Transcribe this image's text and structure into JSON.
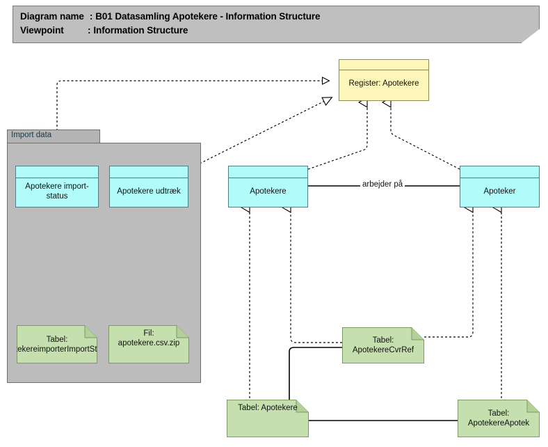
{
  "header": {
    "line1_key": "Diagram name",
    "line1_sep": ":",
    "line1_value": "B01 Datasamling Apotekere - Information Structure",
    "line2_key": "Viewpoint",
    "line2_sep": ":",
    "line2_value": "Information Structure"
  },
  "group": {
    "label": "Import data"
  },
  "nodes": {
    "register_apotekere": "Register: Apotekere",
    "apotekere_importstatus": "Apotekere import-status",
    "apotekere_udtraek": "Apotekere udtræk",
    "apotekere": "Apotekere",
    "apoteker": "Apoteker",
    "tabel_importstatus": "Tabel: apotekereimporterImportStatus",
    "fil_csv_zip": "Fil: apotekere.csv.zip",
    "tabel_cvrref": "Tabel: ApotekereCvrRef",
    "tabel_apotekere": "Tabel: Apotekere",
    "tabel_apotekereapotek": "Tabel: ApotekereApotek"
  },
  "edges": {
    "arbejder_paa": "arbejder på"
  },
  "colors": {
    "header_fill": "#bfbfbf",
    "header_stroke": "#7a7a7a",
    "group_fill": "#bcbcbc",
    "group_tab_fill": "#b4b4b4",
    "group_stroke": "#6e6e6e",
    "object_fill": "#b2fbfb",
    "object_stroke": "#4c7f86",
    "register_fill": "#fcf7b8",
    "register_stroke": "#8f8a4e",
    "note_fill": "#c5dfae",
    "note_stroke": "#7e9a63",
    "edge_stroke": "#000000"
  }
}
